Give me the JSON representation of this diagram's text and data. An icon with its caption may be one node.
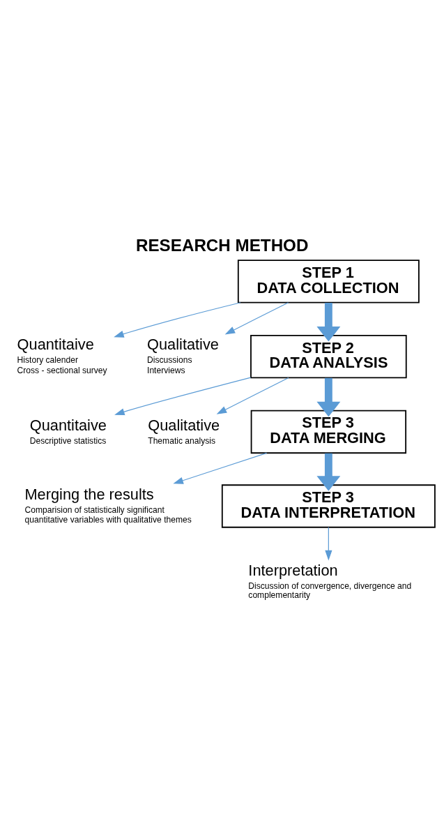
{
  "diagram": {
    "title": "RESEARCH METHOD",
    "nodes": [
      {
        "text": [
          "STEP 1",
          "DATA COLLECTION"
        ]
      },
      {
        "text": [
          "Quantitaive",
          "History calender",
          "Cross - sectional survey"
        ]
      },
      {
        "text": [
          "Qualitative",
          "Discussions",
          "Interviews"
        ]
      },
      {
        "text": [
          "STEP 2",
          "DATA ANALYSIS"
        ]
      },
      {
        "text": [
          "Quantitaive",
          "Descriptive statistics"
        ]
      },
      {
        "text": [
          "Qualitative",
          "Thematic analysis"
        ]
      },
      {
        "text": [
          "STEP 3",
          "DATA MERGING"
        ]
      },
      {
        "text": [
          "Merging the results",
          "Comparision of statistically significant quantitative variables with qualitative themes"
        ]
      },
      {
        "text": [
          "STEP 3",
          "DATA INTERPRETATION"
        ]
      },
      {
        "text": [
          "Interpretation",
          "Discussion of convergence, divergence and complementarity"
        ]
      }
    ],
    "edges": [
      {
        "from": 0,
        "to": 1,
        "arrow": "to"
      },
      {
        "from": 0,
        "to": 2,
        "arrow": "to"
      },
      {
        "from": 0,
        "to": 3,
        "arrow": "to",
        "style": "thick"
      },
      {
        "from": 3,
        "to": 4,
        "arrow": "to"
      },
      {
        "from": 3,
        "to": 5,
        "arrow": "to"
      },
      {
        "from": 3,
        "to": 6,
        "arrow": "to",
        "style": "thick"
      },
      {
        "from": 6,
        "to": 7,
        "arrow": "to"
      },
      {
        "from": 6,
        "to": 8,
        "arrow": "to",
        "style": "thick"
      },
      {
        "from": 8,
        "to": 9,
        "arrow": "to"
      }
    ]
  }
}
